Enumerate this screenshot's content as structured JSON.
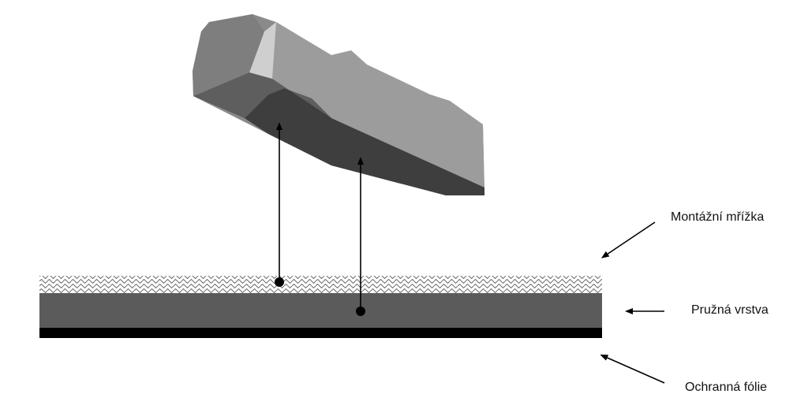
{
  "labels": {
    "mounting_grid": "Montážní mřížka",
    "elastic_layer": "Pružná vrstva",
    "protective_film": "Ochranná fólie"
  },
  "colors": {
    "block_top": "#8a8a8a",
    "block_front": "#5e5e5e",
    "block_side": "#9c9c9c",
    "block_highlight": "#c8c8c8",
    "block_shadow_face": "#3e3e3e",
    "grid_pattern": "#6a6a6a",
    "elastic_layer": "#5b5b5b",
    "protective_film": "#000000",
    "arrow": "#000000"
  }
}
